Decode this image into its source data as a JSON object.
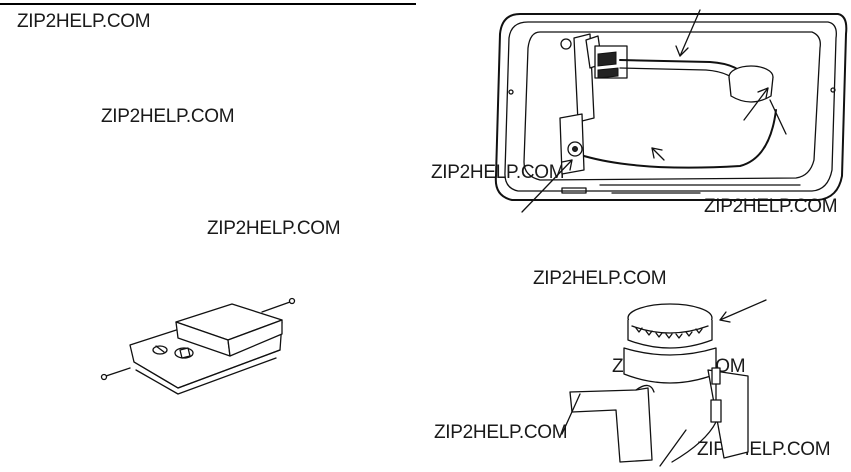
{
  "watermarks": [
    {
      "text": "ZIP2HELP.COM"
    },
    {
      "text": "ZIP2HELP.COM"
    },
    {
      "text": "ZIP2HELP.COM"
    },
    {
      "text": "ZIP2HELP.COM"
    },
    {
      "text": "ZIP2HELP.COM"
    },
    {
      "text": "ZIP2HELP.COM"
    },
    {
      "text": "ZIP2HELP.COM"
    },
    {
      "text": "ZIP2HELP.COM"
    },
    {
      "text": "ZIP2HELP.COM"
    }
  ],
  "colors": {
    "ink": "#111111",
    "paper": "#ffffff"
  }
}
